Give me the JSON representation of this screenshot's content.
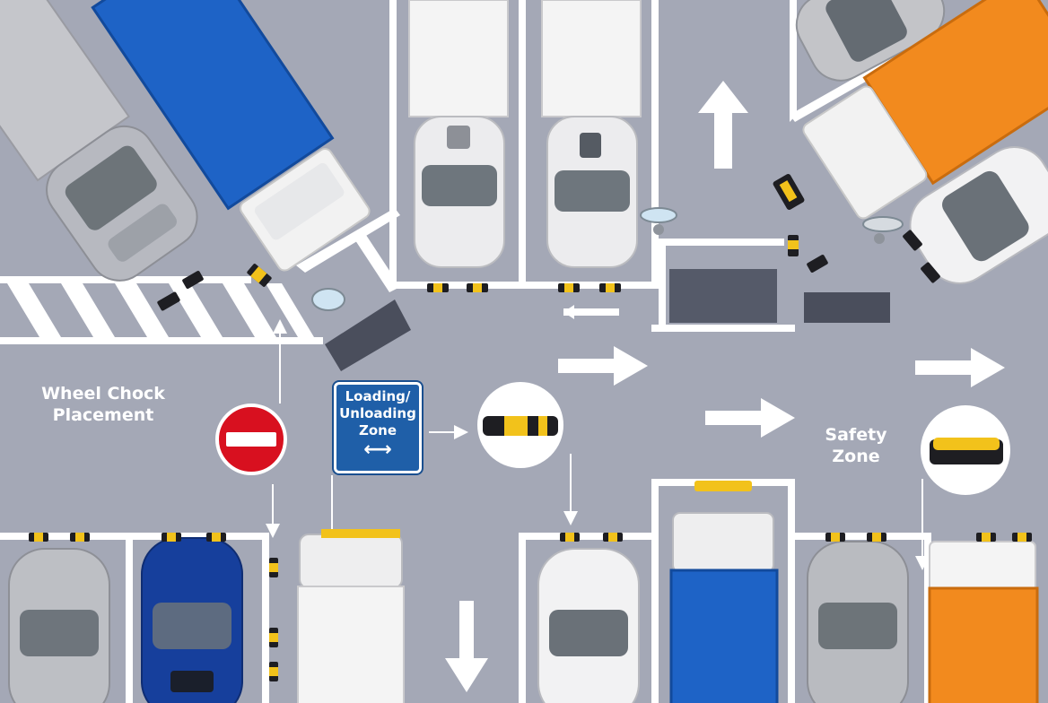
{
  "labels": {
    "wheel_chock_line1": "Wheel Chock",
    "wheel_chock_line2": "Placement",
    "safety_line1": "Safety",
    "safety_line2": "Zone"
  },
  "sign": {
    "line1": "Loading/",
    "line2": "Unloading",
    "line3": "Zone",
    "arrow": "⟷"
  },
  "colors": {
    "asphalt": "#a4a8b6",
    "marking": "#ffffff",
    "chock": "#f2c21b",
    "sign_blue": "#1f5fa8",
    "no_entry_red": "#d8101f",
    "truck_blue": "#1e63c6",
    "truck_orange": "#f28a1e",
    "car_navy": "#163f9c"
  }
}
